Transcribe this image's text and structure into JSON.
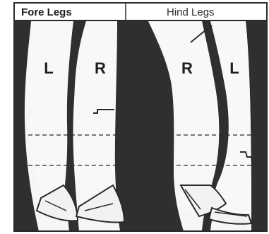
{
  "header": {
    "fore_legs": "Fore Legs",
    "hind_legs": "Hind Legs"
  },
  "legs": [
    {
      "id": "fore-left",
      "label": "L"
    },
    {
      "id": "fore-right",
      "label": "R"
    },
    {
      "id": "hind-right",
      "label": "R"
    },
    {
      "id": "hind-left",
      "label": "L"
    }
  ],
  "colors": {
    "ink": "#2a2a2a",
    "paper": "#f6f6f6",
    "dark_fill": "#2f2f2f"
  }
}
